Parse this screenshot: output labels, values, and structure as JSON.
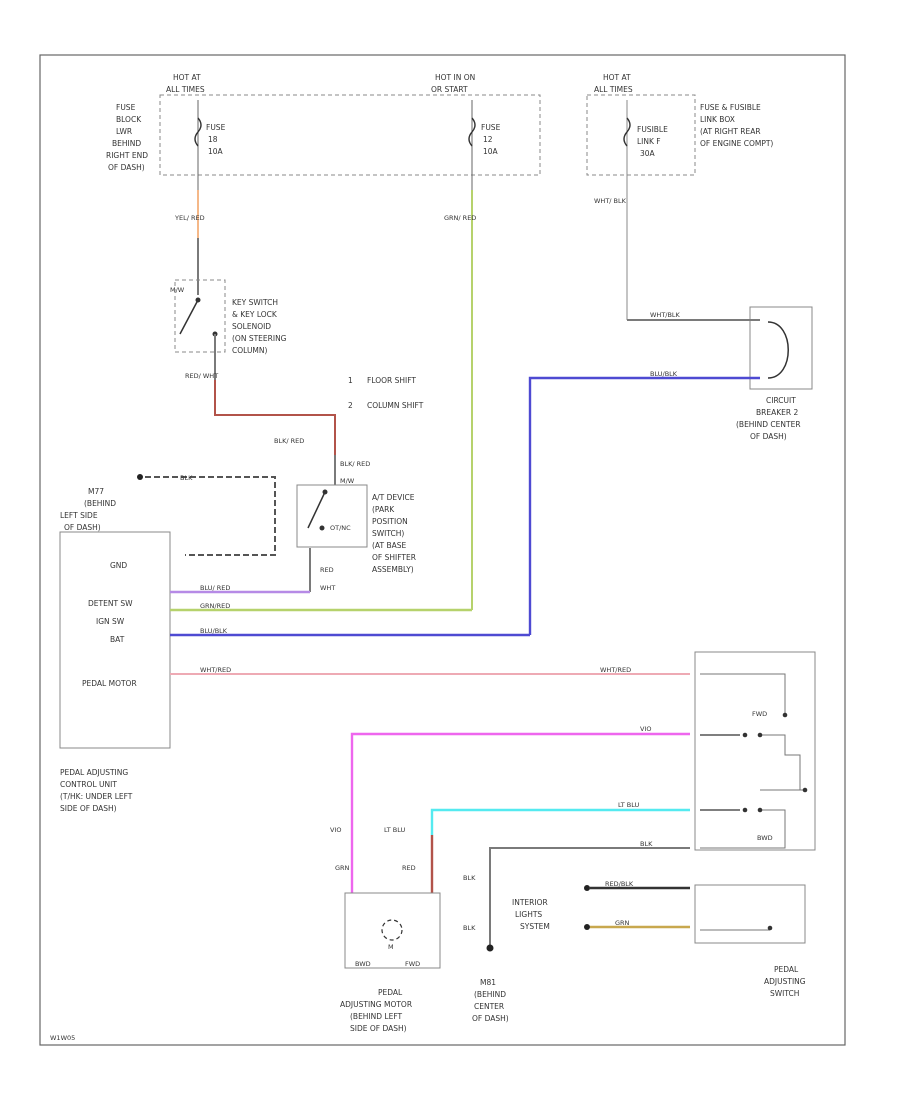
{
  "fuse_block": {
    "hot_at_left": "HOT AT",
    "hot_at_left_2": "ALL TIMES",
    "hot_run_start": "HOT IN ON",
    "hot_run_start_2": "OR START",
    "location": [
      "FUSE",
      "BLOCK",
      "LWR",
      "BEHIND",
      "RIGHT END",
      "OF DASH)"
    ],
    "fuse_a": [
      "FUSE",
      "18",
      "10A"
    ],
    "fuse_b": [
      "FUSE",
      "12",
      "10A"
    ]
  },
  "fusible_link": {
    "hot_at": "HOT AT",
    "hot_at_2": "ALL TIMES",
    "name": [
      "FUSIBLE",
      "LINK F",
      "30A"
    ],
    "location": [
      "FUSE & FUSIBLE",
      "LINK BOX",
      "(AT RIGHT REAR",
      "OF ENGINE COMPT)"
    ]
  },
  "key_switch": {
    "label": "M/W",
    "desc": [
      "KEY SWITCH",
      "& KEY LOCK",
      "SOLENOID",
      "(ON STEERING",
      "COLUMN)"
    ]
  },
  "shift_notes": {
    "n1_num": "1",
    "n1": "FLOOR SHIFT",
    "n2_num": "2",
    "n2": "COLUMN SHIFT"
  },
  "park_switch": {
    "label": "M/W",
    "pin_c": "OT/NC",
    "desc": [
      "A/T DEVICE",
      "(PARK",
      "POSITION",
      "SWITCH)",
      "(AT BASE",
      "OF SHIFTER",
      "ASSEMBLY)"
    ]
  },
  "circuit_breaker": {
    "desc": [
      "CIRCUIT",
      "BREAKER 2",
      "(BEHIND CENTER",
      "OF DASH)"
    ]
  },
  "ground_top": {
    "desc": [
      "M77",
      "(BEHIND",
      "LEFT SIDE",
      "OF DASH)"
    ]
  },
  "control_unit": {
    "pins": [
      "GND",
      "DETENT SW",
      "IGN SW",
      "BAT",
      "PEDAL MOTOR"
    ],
    "desc": [
      "PEDAL ADJUSTING",
      "CONTROL UNIT",
      "(T/HK: UNDER LEFT",
      "SIDE OF DASH)"
    ]
  },
  "pedal_switch": {
    "fwd": "FWD",
    "bwd": "BWD",
    "desc": [
      "PEDAL",
      "ADJUSTING",
      "SWITCH"
    ]
  },
  "interior_lights": [
    "INTERIOR",
    "LIGHTS",
    "SYSTEM"
  ],
  "motor": {
    "minus": "BWD",
    "plus": "FWD",
    "mark": "M",
    "desc": [
      "PEDAL",
      "ADJUSTING MOTOR",
      "(BEHIND LEFT",
      "SIDE OF DASH)"
    ]
  },
  "ground_bottom": {
    "desc": [
      "M81",
      "(BEHIND",
      "CENTER",
      "OF DASH)"
    ]
  },
  "wires": {
    "yel_red": "YEL/ RED",
    "grn_red": "GRN/ RED",
    "wht_blk": "WHT/ BLK",
    "red_wht": "RED/ WHT",
    "blk_red": "BLK/ RED",
    "blu_red": "BLU/ RED",
    "grn_red_h": "GRN/RED",
    "blu_blk": "BLU/BLK",
    "wht_red": "WHT/RED",
    "wht_red_2": "WHT/RED",
    "wht_blk_h": "WHT/BLK",
    "blu_blk_h": "BLU/BLK",
    "vio": "VIO",
    "lt_blu": "LT BLU",
    "lt_blu_2": "LT BLU",
    "blk": "BLK",
    "blk_2": "BLK",
    "blk_3": "BLK",
    "blk_4": "BLK",
    "grn": "GRN",
    "red": "RED",
    "red_2": "RED",
    "wht": "WHT",
    "red_blk": "RED/BLK",
    "grn_v": "GRN",
    "vio_2": "VIO"
  },
  "colors": {
    "orange": "#f5b888",
    "green": "#b6d26c",
    "dark_red": "#b2534a",
    "blue": "#4e4ad2",
    "purple": "#b68ae6",
    "pink": "#eeaab4",
    "magenta": "#ee66ee",
    "cyan": "#55eaf0",
    "olive": "#c8a84e",
    "gray": "#7a7a7a"
  },
  "figure_id": "W1W05"
}
